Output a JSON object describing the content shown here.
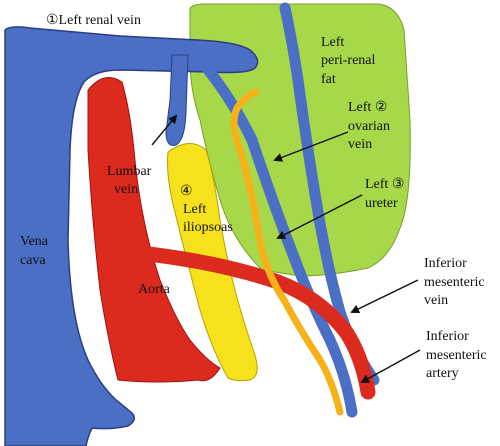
{
  "labels": {
    "left_renal_vein": "①Left renal vein",
    "peri_renal_1": "Left",
    "peri_renal_2": "peri-renal",
    "peri_renal_3": "fat",
    "ovarian_1": "Left ②",
    "ovarian_2": "ovarian",
    "ovarian_3": "vein",
    "ureter_1": "Left ③",
    "ureter_2": "ureter",
    "lumbar_1": "Lumbar",
    "lumbar_2": "vein",
    "iliopsoas_1": "④",
    "iliopsoas_2": "Left",
    "iliopsoas_3": "iliopsoas",
    "vena_cava_1": "Vena",
    "vena_cava_2": "cava",
    "aorta": "Aorta",
    "ims_vein_1": "Inferior",
    "ims_vein_2": "mesenteric",
    "ims_vein_3": "vein",
    "ims_artery_1": "Inferior",
    "ims_artery_2": "mesenteric",
    "ims_artery_3": "artery"
  },
  "colors": {
    "vein": "#4a6fc4",
    "artery": "#dd2a1f",
    "fat": "#a6d84a",
    "ureter": "#f7b21a",
    "muscle": "#f5e21c"
  }
}
